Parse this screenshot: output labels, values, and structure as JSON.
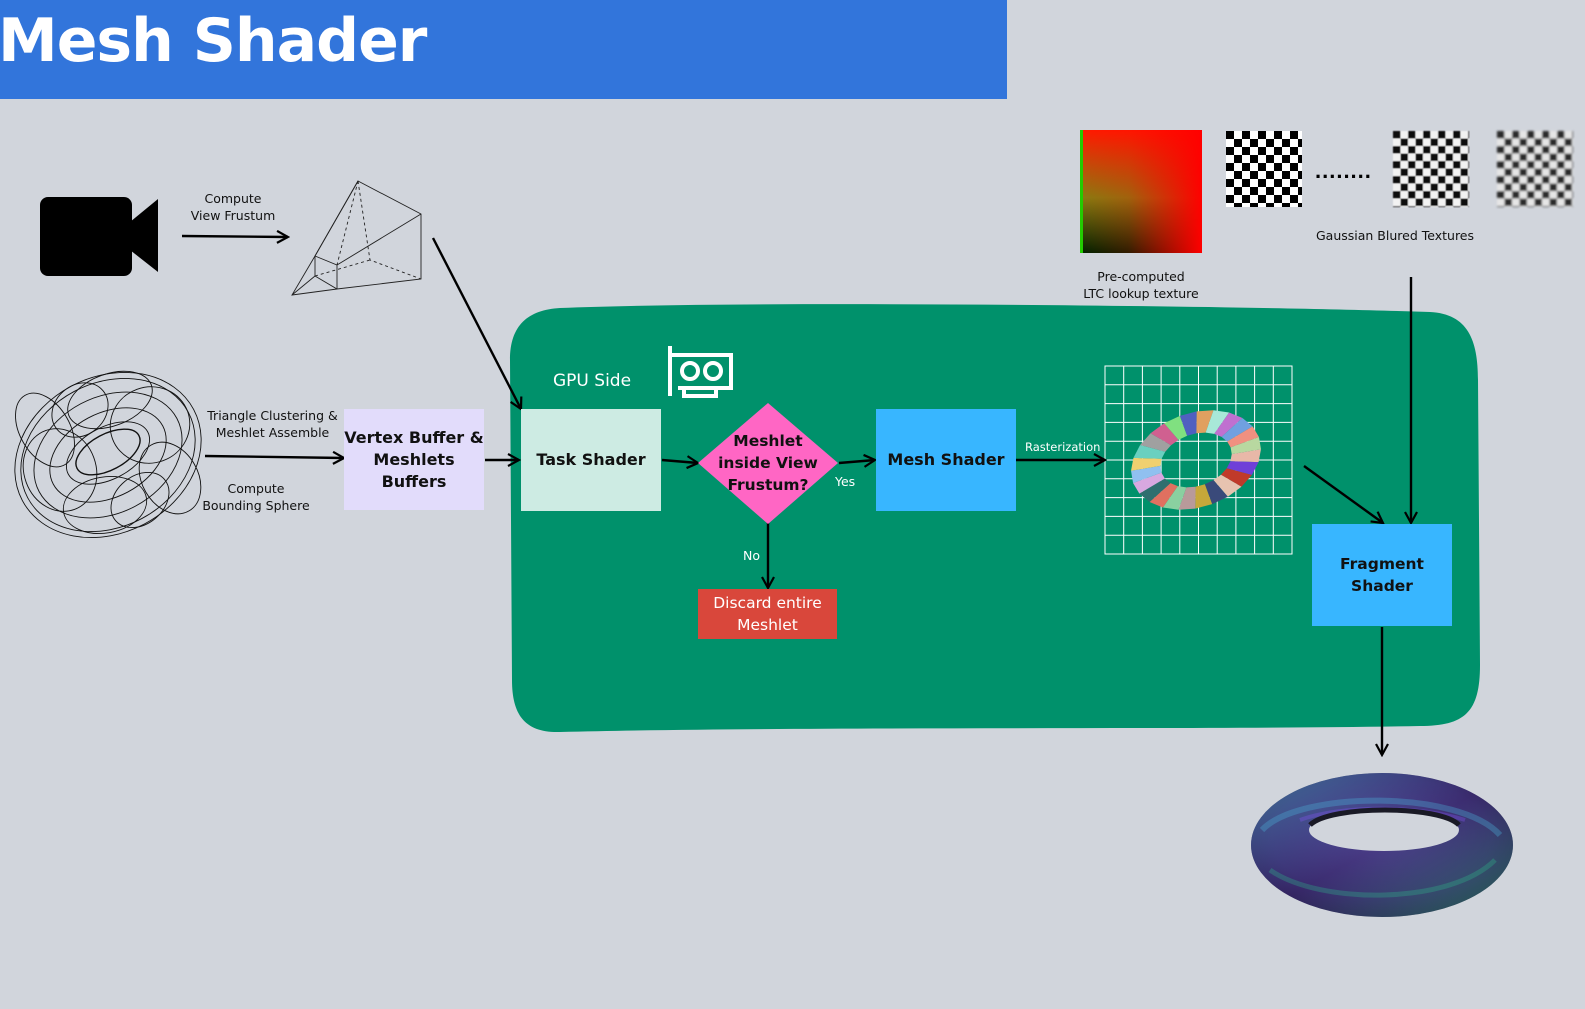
{
  "title": "Mesh Shader",
  "labels": {
    "compute_view_frustum": [
      "Compute",
      "View Frustum"
    ],
    "triangle_clustering": [
      "Triangle Clustering &",
      "Meshlet Assemble"
    ],
    "compute_bounding_sphere": [
      "Compute",
      "Bounding Sphere"
    ],
    "gpu_side": "GPU Side",
    "yes": "Yes",
    "no": "No",
    "rasterization": "Rasterization",
    "ltc_texture": [
      "Pre-computed",
      "LTC lookup texture"
    ],
    "gaussian_textures": "Gaussian Blured Textures",
    "ellipsis": "........"
  },
  "boxes": {
    "vertex_buffer": [
      "Vertex Buffer &",
      "Meshlets Buffers"
    ],
    "task_shader": "Task Shader",
    "decision": [
      "Meshlet",
      "inside View",
      "Frustum?"
    ],
    "mesh_shader": "Mesh Shader",
    "discard": [
      "Discard entire",
      "Meshlet"
    ],
    "fragment_shader": "Fragment Shader"
  },
  "colors": {
    "title_bar": "#3275db",
    "background": "#d1d5dc",
    "gpu_region": "#00916b",
    "vertex_buffer": "#e2dcfb",
    "task_shader": "#cdebe3",
    "decision": "#ff66c4",
    "mesh_shader": "#38b6ff",
    "discard": "#d9473b",
    "fragment_shader": "#38b6ff"
  },
  "icons": [
    "camera-icon",
    "gpu-card-icon",
    "view-frustum-icon",
    "wireframe-torus-icon",
    "meshlet-torus-icon",
    "rendered-torus-icon"
  ]
}
